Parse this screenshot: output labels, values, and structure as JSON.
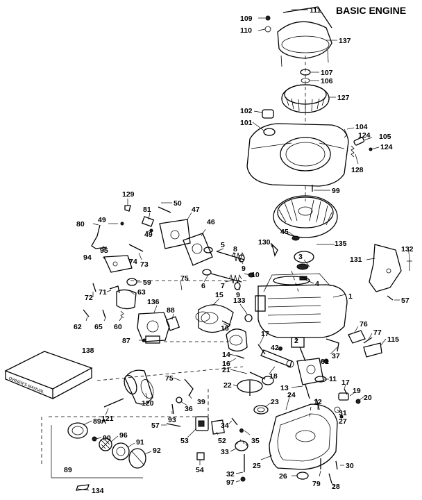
{
  "title": "BASIC ENGINE",
  "manual_label": "OWNER'S MANUAL",
  "callouts": {
    "c111": "111",
    "c109": "109",
    "c110": "110",
    "c137": "137",
    "c107": "107",
    "c106": "106",
    "c127": "127",
    "c102": "102",
    "c101": "101",
    "c104": "104",
    "c124a": "124",
    "c105": "105",
    "c124b": "124",
    "c128": "128",
    "c99": "99",
    "c129": "129",
    "c50": "50",
    "c81": "81",
    "c47": "47",
    "c49a": "49",
    "c49b": "49",
    "c80": "80",
    "c95": "95",
    "c94": "94",
    "c74": "74",
    "c73": "73",
    "c46": "46",
    "c5": "5",
    "c8": "8",
    "c9a": "9",
    "c6": "6",
    "c7": "7",
    "c9b": "9",
    "c10": "10",
    "c45": "45",
    "c130": "130",
    "c135": "135",
    "c3": "3",
    "c4": "4",
    "c131": "131",
    "c132": "132",
    "c57a": "57",
    "c59": "59",
    "c72": "72",
    "c71": "71",
    "c63": "63",
    "c75a": "75",
    "c136": "136",
    "c88": "88",
    "c15": "15",
    "c133": "133",
    "c16a": "16",
    "c1": "1",
    "c62": "62",
    "c65": "65",
    "c60": "60",
    "c87": "87",
    "c76": "76",
    "c77": "77",
    "c115": "115",
    "c2": "2",
    "c17a": "17",
    "c42": "42",
    "c14": "14",
    "c16b": "16",
    "c18": "18",
    "c37": "37",
    "c61": "61",
    "c138": "138",
    "c11": "11",
    "c13": "13",
    "c21": "21",
    "c22": "22",
    "c75b": "75",
    "c39": "39",
    "c36": "36",
    "c120": "120",
    "c24": "24",
    "c17b": "17",
    "c19": "19",
    "c20": "20",
    "c12": "12",
    "c31": "31",
    "c27": "27",
    "c23": "23",
    "c121": "121",
    "c93": "93",
    "c57b": "57",
    "c53": "53",
    "c52": "52",
    "c34": "34",
    "c35": "35",
    "c89A": "89A",
    "c90": "90",
    "c96": "96",
    "c91": "91",
    "c92": "92",
    "c33": "33",
    "c54": "54",
    "c25": "25",
    "c32": "32",
    "c97": "97",
    "c26": "26",
    "c30": "30",
    "c79": "79",
    "c28": "28",
    "c89": "89",
    "c134": "134"
  }
}
